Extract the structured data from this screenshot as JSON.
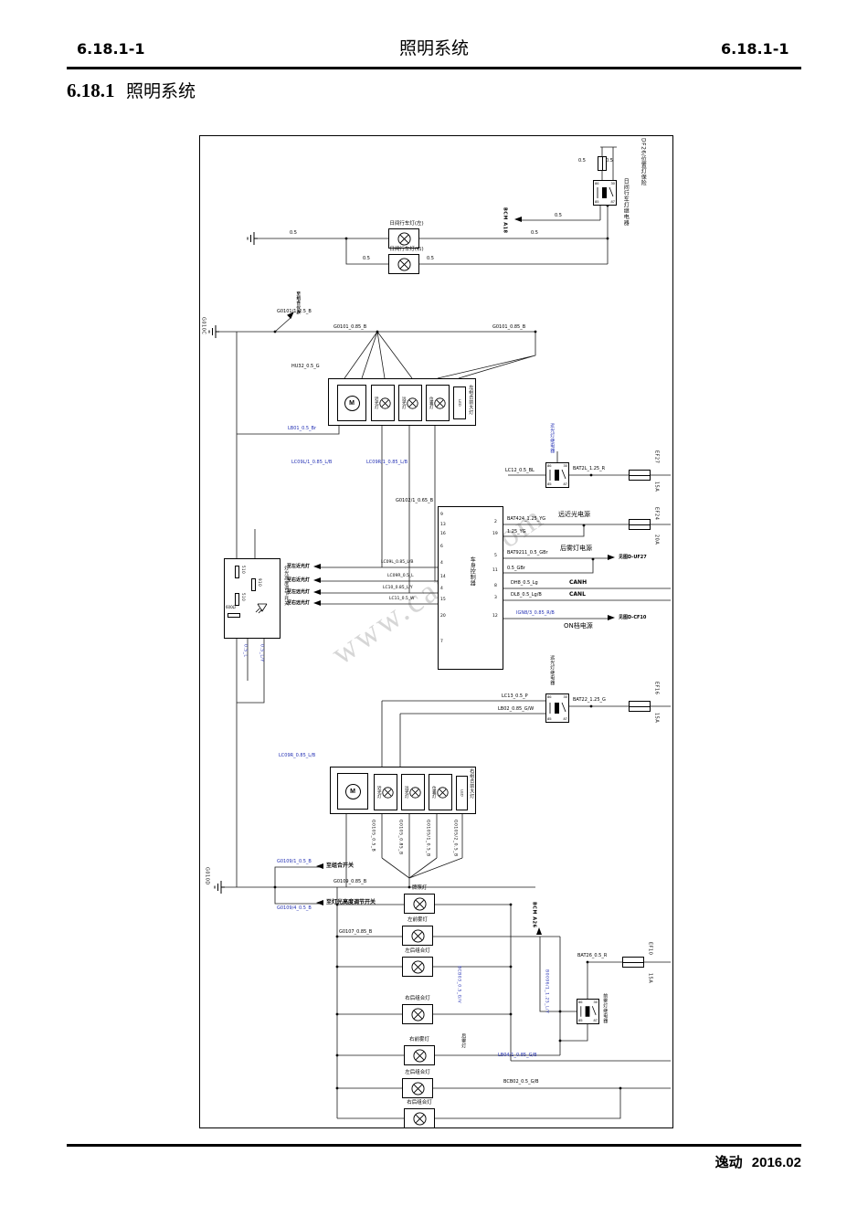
{
  "header": {
    "page_no_left": "6.18.1-1",
    "title": "照明系统",
    "page_no_right": "6.18.1-1"
  },
  "section_title": {
    "number": "6.18.1",
    "text": "照明系统"
  },
  "footer": {
    "model": "逸动",
    "edition": "2016.02"
  },
  "watermark": "www.car60.com",
  "diagram": {
    "wire05": "0.5",
    "relay_pins": [
      "86",
      "85",
      "30",
      "87"
    ],
    "top_right": {
      "fuse_label": "DF26/位置灯保险",
      "relay_label": "日间行车灯继电器",
      "bcm_arrow": "BCM A18"
    },
    "drl": {
      "left_label": "日间行车灯(左)",
      "right_label": "日间行车灯(右)"
    },
    "grounds": {
      "g010c": "G010C",
      "g010d": "G010D"
    },
    "mid": {
      "w_g0101": "G0101_0.85_B",
      "w_g0101_1": "G0101/1_2.5_B",
      "inst_arrow": "至组合仪表",
      "w_hu32": "HU32_0.5_G"
    },
    "hl_left": {
      "label": "左组合前大灯",
      "motor": "M",
      "lamps": [
        "近光灯",
        "远光灯",
        "位置灯"
      ],
      "led": "LED",
      "w_lb01": "LB01_0.5_Br",
      "w_g0102": "G0102/1_0.65_B",
      "w_lc09l1": "LC09L/1_0.85_L/B",
      "w_lc09r1": "LC09R/1_0.85_L/B"
    },
    "hl_right": {
      "label": "右组合前大灯",
      "motor": "M",
      "lamps": [
        "近光灯",
        "远光灯",
        "位置灯"
      ],
      "led": "LED",
      "w_top": "LC09R_0.85_L/B",
      "ground_wires": [
        "G0105_0.5_B",
        "G0105_0.85_B",
        "G0105/1_0.5_B",
        "G0105/2_0.5_B"
      ]
    },
    "bcm": {
      "label": "车身控制器",
      "left_pins": [
        "9",
        "13",
        "16",
        "6",
        "4",
        "14",
        "4",
        "15",
        "20",
        "7"
      ],
      "right_pins": [
        "2",
        "19",
        "5",
        "11",
        "8",
        "3",
        "12"
      ],
      "outputs": [
        {
          "wire": "LC09L_0.85_L/B",
          "dest": "至左近光灯"
        },
        {
          "wire": "LC09R_0.5_L",
          "dest": "至右近光灯"
        },
        {
          "wire": "LC10_0.85_L/Y",
          "dest": "至左远光灯"
        },
        {
          "wire": "LC11_0.5_W",
          "dest": "至右远光灯"
        }
      ],
      "rows": {
        "r1": {
          "wire": "BAT424_1.25_YG",
          "text": "远近光电源"
        },
        "r2": {
          "wire": "1.25_YG"
        },
        "r3": {
          "wire": "BAT9211_0.5_GBr",
          "text": "后雾灯电源",
          "arrow": "见图D-UF27"
        },
        "r4": {
          "wire": "0.5_GBr"
        },
        "r5": {
          "wire": "DH8_0.5_Lg",
          "text": "CANH"
        },
        "r6": {
          "wire": "DL8_0.5_Lg/B",
          "text": "CANL"
        },
        "r7": {
          "wire": "IGN8/3_0.85_R/B",
          "text": "ON档电源",
          "arrow": "见图D-CF10"
        }
      }
    },
    "fuses": {
      "ef24": {
        "name": "EF24",
        "rating": "20A"
      },
      "ef27": {
        "name": "EF27",
        "rating": "15A"
      },
      "ef16": {
        "name": "EF16",
        "rating": "15A"
      },
      "ef10": {
        "name": "EF10",
        "rating": "15A"
      }
    },
    "relay1": {
      "name": "近光灯继电器",
      "wire_in": "LC12_0.5_BL",
      "wire_out": "BAT2L_1.25_R"
    },
    "relay2": {
      "name": "远光灯继电器",
      "wire_in1": "LC13_0.5_P",
      "wire_in2": "LB02_0.85_G/W",
      "wire_out": "BAT22_1.25_G"
    },
    "relay3": {
      "name": "前雾灯继电器",
      "wire_out": "BAT26_0.5_R",
      "wire_blue": "B0096/1_1.25_L/Y",
      "bcm_arrow": "BCM A26"
    },
    "leveling_switch": {
      "label": "灯光高度调节开关",
      "resistors": [
        "510",
        "910",
        "510",
        "600Ω"
      ],
      "w1": "0.5_L",
      "w2": "0.5_L/Y"
    },
    "bottom": {
      "w_g0109": "G0109_0.85_B",
      "branch1": {
        "wire": "G0109/1_0.5_B",
        "dest": "至组合开关"
      },
      "branch2": {
        "wire": "G0109/4_0.5_B",
        "dest": "至灯光高度调节开关"
      },
      "fog_note": "后雾灯",
      "lamps": [
        {
          "label": "牌照灯"
        },
        {
          "label": "左前雾灯",
          "wire": "G0107_0.85_B"
        },
        {
          "label": "左后组合灯"
        },
        {
          "label": "右后组合灯",
          "wire_v": "BCB03_0.5_G/V"
        },
        {
          "label": "右前雾灯"
        },
        {
          "label": "左后组合灯",
          "wire1": "LB04/1_0.85_G/B",
          "wire2": "BCB02_0.5_G/B"
        },
        {
          "label": "右后组合灯"
        }
      ]
    }
  }
}
